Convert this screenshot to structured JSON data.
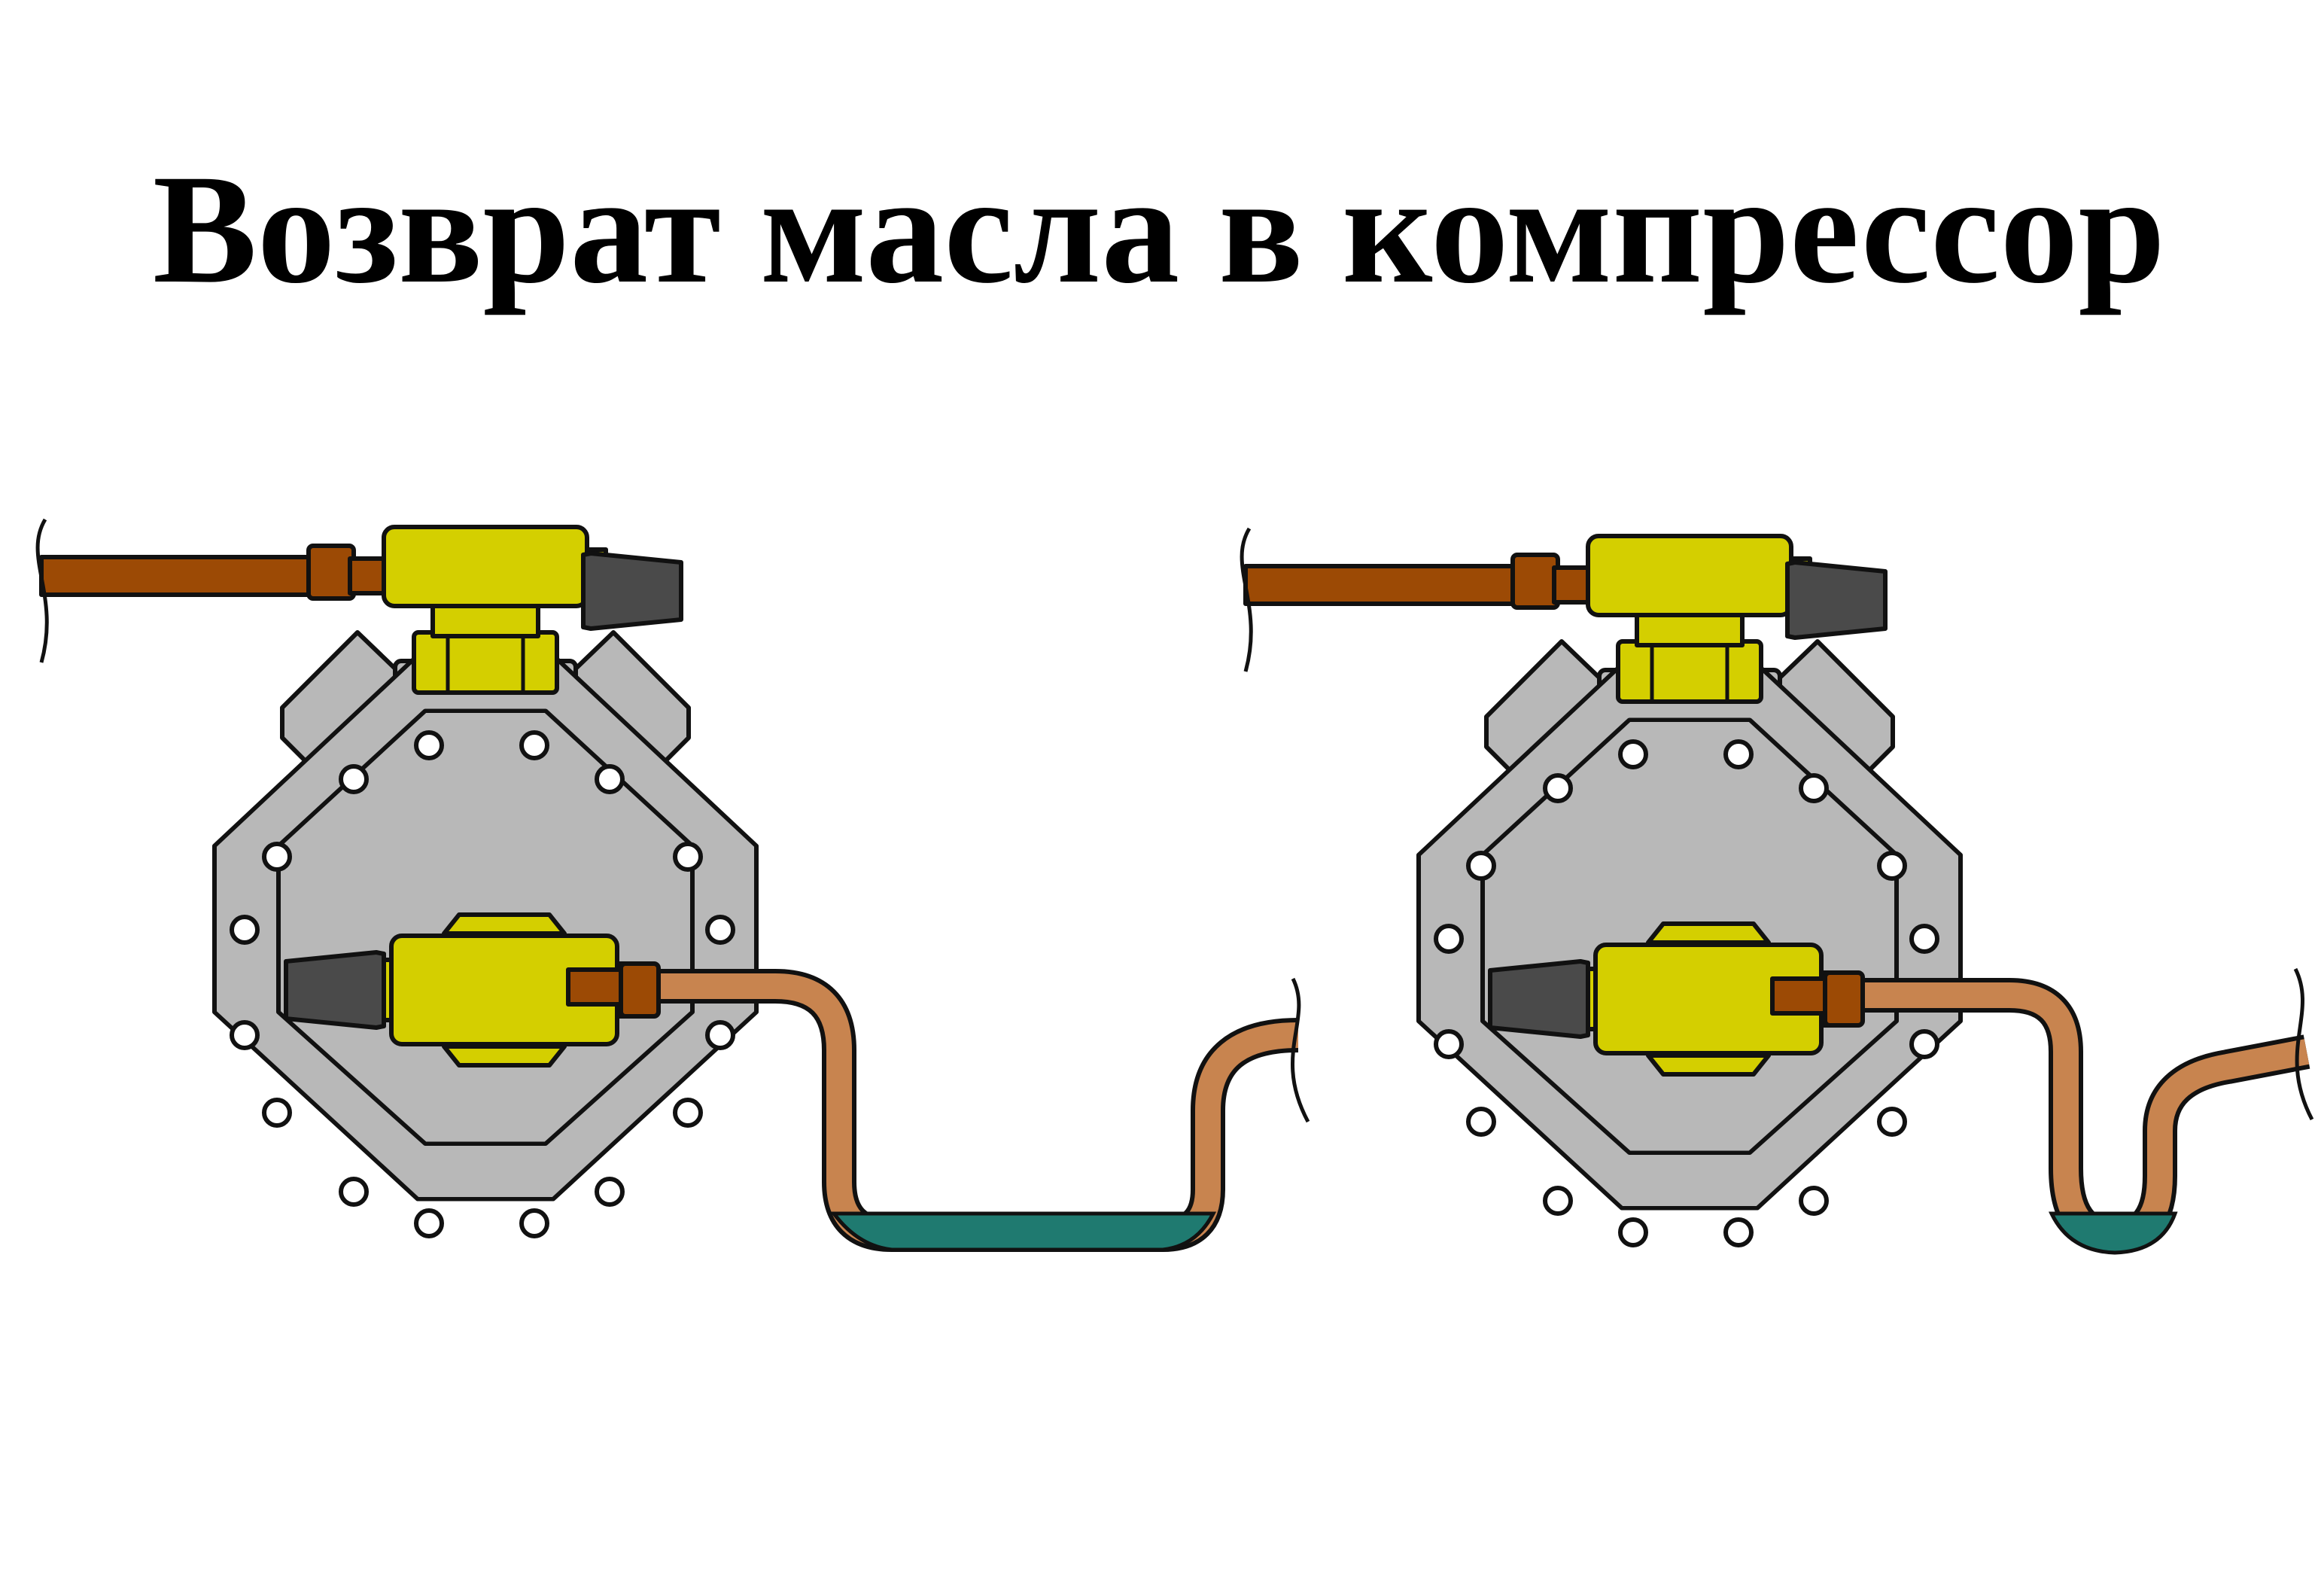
{
  "title": "Возврат масла в компрессор",
  "colors": {
    "background": "#ffffff",
    "body": "#b8b8b8",
    "outline": "#111111",
    "brass": "#d4cf00",
    "copper_dark": "#9c4a05",
    "copper_light": "#c8844f",
    "valve_cap": "#4a4a4a",
    "oil": "#1f7a70"
  },
  "diagram": {
    "panels": [
      {
        "name": "left-compressor",
        "trap": "horizontal-section",
        "components": [
          "suction-line",
          "top-service-valve",
          "compressor-body",
          "discharge-service-valve",
          "discharge-line",
          "oil-pool"
        ]
      },
      {
        "name": "right-compressor",
        "trap": "u-trap",
        "components": [
          "suction-line",
          "top-service-valve",
          "compressor-body",
          "discharge-service-valve",
          "discharge-line",
          "oil-pool"
        ]
      }
    ]
  }
}
